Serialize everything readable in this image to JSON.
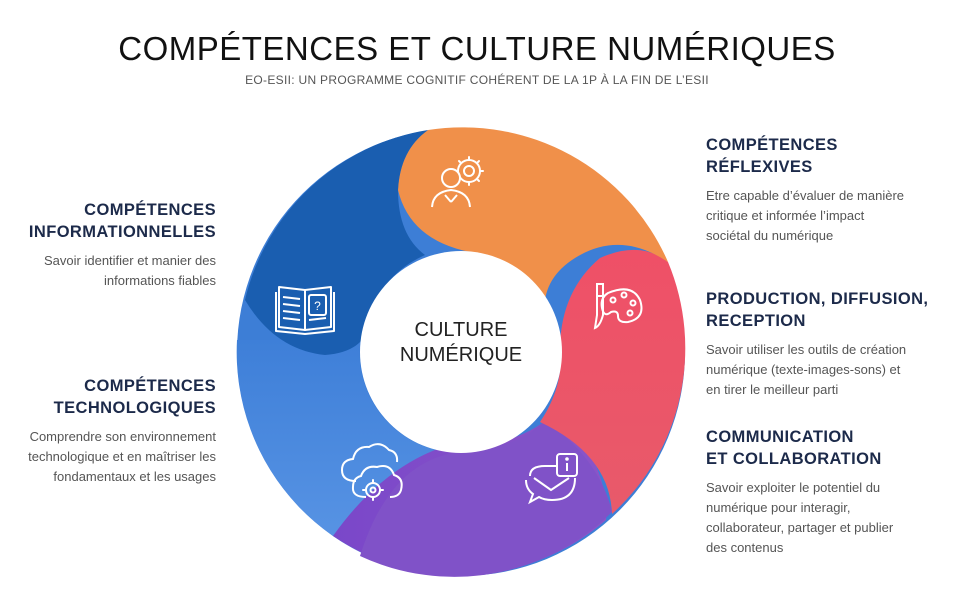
{
  "title": "COMPÉTENCES ET CULTURE NUMÉRIQUES",
  "subtitle": "EO-ESII: UN PROGRAMME COGNITIF COHÉRENT DE LA 1P À LA FIN DE L’ESII",
  "center": {
    "line1": "CULTURE",
    "line2": "NUMÉRIQUE"
  },
  "segments": [
    {
      "id": "informationnelles",
      "heading": [
        "COMPÉTENCES",
        "INFORMATIONNELLES"
      ],
      "description": [
        "Savoir identifier et manier des",
        "informations fiables"
      ],
      "color": "#1a5eb0",
      "icon": "book-question-icon"
    },
    {
      "id": "reflexives",
      "heading": [
        "COMPÉTENCES",
        "RÉFLEXIVES"
      ],
      "description": [
        "Etre capable d’évaluer de manière",
        "critique et informée l’impact",
        "sociétal du numérique"
      ],
      "color": "#f0904a",
      "icon": "person-gear-icon"
    },
    {
      "id": "production",
      "heading": [
        "PRODUCTION, DIFFUSION,",
        "RECEPTION"
      ],
      "description": [
        "Savoir utiliser les outils de création",
        "numérique (texte-images-sons) et",
        "en tirer le meilleur parti"
      ],
      "color": "#ec5268",
      "icon": "palette-brush-icon"
    },
    {
      "id": "communication",
      "heading": [
        "COMMUNICATION",
        "ET COLLABORATION"
      ],
      "description": [
        "Savoir exploiter le potentiel du",
        "numérique pour interagir,",
        "collaborateur, partager et publier",
        "des contenus"
      ],
      "color": "#7d4fc8",
      "icon": "chat-info-icon"
    },
    {
      "id": "technologiques",
      "heading": [
        "COMPÉTENCES",
        "TECHNOLOGIQUES"
      ],
      "description": [
        "Comprendre son environnement",
        "technologique et en maîtriser les",
        "fondamentaux et les usages"
      ],
      "color": "#4e8ee3",
      "icon": "cloud-gear-icon"
    }
  ]
}
